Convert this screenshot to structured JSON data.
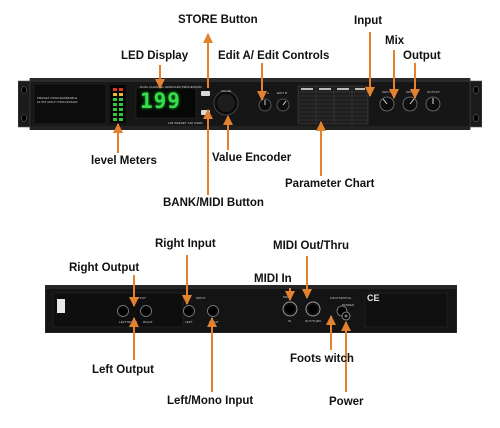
{
  "labels": {
    "store_button": "STORE Button",
    "led_display": "LED Display",
    "edit_controls": "Edit A/ Edit Controls",
    "input": "Input",
    "mix": "Mix",
    "output": "Output",
    "level_meters": "level Meters",
    "value_encoder": "Value Encoder",
    "parameter_chart": "Parameter Chart",
    "bank_midi_button": "BANK/MIDI Button",
    "right_input": "Right Input",
    "right_output": "Right Output",
    "midi_out_thru": "MIDI Out/Thru",
    "midi_in": "MIDI In",
    "left_output": "Left Output",
    "left_mono_input": "Left/Mono Input",
    "foots_witch": "Foots witch",
    "power": "Power"
  },
  "front_panel": {
    "display_value": "199",
    "brand_line1": "PRESET PROGRAMMABLE",
    "brand_line2": "24 BIT MULTI PROCESSOR",
    "model_line": "DUAL CHANNEL MODULAR PROCESSOR",
    "program_text": "128 PRESET  128 USER",
    "knob_labels": {
      "edit_a": "EDIT A",
      "edit_b": "EDIT B",
      "input": "INPUT",
      "mix": "MIX",
      "output": "OUTPUT",
      "value": "VALUE"
    }
  },
  "rear_panel": {
    "input_group": "INPUT",
    "output_group": "OUTPUT",
    "midi_group": "MIDI",
    "footswitch_text": "FOOTSWITCH",
    "power_text": "POWER",
    "jack_texts": {
      "left_mono": "LEFT/MONO",
      "right": "RIGHT",
      "left": "LEFT",
      "right_out": "RIGHT",
      "midi_in": "IN",
      "out_thru": "OUT/THRU"
    },
    "ce_mark": "CE"
  },
  "colors": {
    "arrow": "#e2812e",
    "panel": "#141414",
    "display": "#35e04a",
    "meter_green": "#34c63f",
    "meter_red": "#e0302a"
  }
}
